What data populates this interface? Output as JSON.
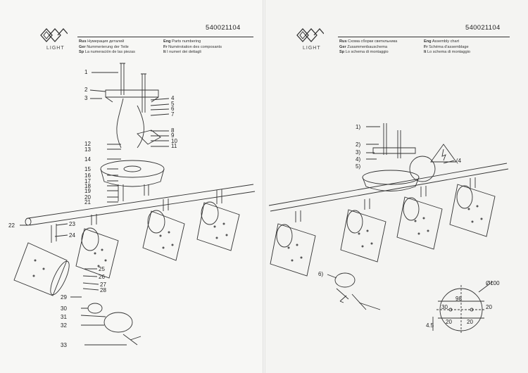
{
  "left_page": {
    "brand": "LIGHT",
    "code": "540021104",
    "headings": [
      {
        "lang": "Rus",
        "text": "Нумерация деталей"
      },
      {
        "lang": "Ger",
        "text": "Nummerierung der Teile"
      },
      {
        "lang": "Sp",
        "text": "La numeración de las piezas"
      },
      {
        "lang": "Eng",
        "text": "Parts numbering"
      },
      {
        "lang": "Fr",
        "text": "Numérotation des composants"
      },
      {
        "lang": "It",
        "text": "I numeri dei dettagli"
      }
    ],
    "part_numbers": [
      "1",
      "2",
      "3",
      "4",
      "5",
      "6",
      "7",
      "8",
      "9",
      "10",
      "11",
      "12",
      "13",
      "14",
      "15",
      "16",
      "17",
      "18",
      "19",
      "20",
      "21",
      "22",
      "23",
      "24",
      "25",
      "26",
      "27",
      "28",
      "29",
      "30",
      "31",
      "32",
      "33"
    ]
  },
  "right_page": {
    "brand": "LIGHT",
    "code": "540021104",
    "headings": [
      {
        "lang": "Rus",
        "text": "Схома сборки светильника"
      },
      {
        "lang": "Ger",
        "text": "Zusammenbauschema"
      },
      {
        "lang": "Sp",
        "text": "Lo schema di montaggio"
      },
      {
        "lang": "Eng",
        "text": "Assembly chart"
      },
      {
        "lang": "Fr",
        "text": "Schéma d'assemblage"
      },
      {
        "lang": "It",
        "text": "Lo schema di montaggio"
      }
    ],
    "steps": [
      "1)",
      "2)",
      "3)",
      "4)",
      "5)",
      "(4",
      "6)"
    ],
    "dimensions": {
      "diameter": "Ø100",
      "d98": "98",
      "d30": "30",
      "d20a": "20",
      "d20b": "20",
      "d20c": "20",
      "d45": "4.5"
    }
  }
}
